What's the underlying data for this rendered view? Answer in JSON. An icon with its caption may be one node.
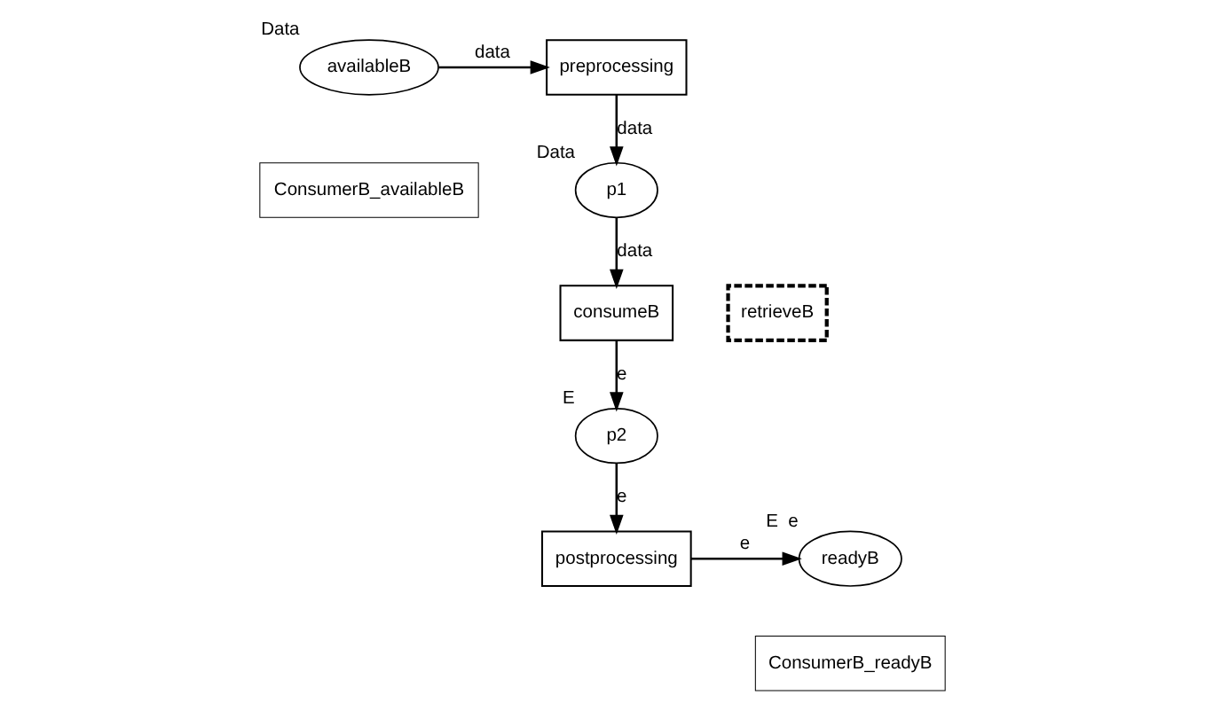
{
  "diagram": {
    "nodes": [
      {
        "text": [
          "availableB"
        ],
        "beside": [
          "Data"
        ]
      },
      {
        "text": [
          "ConsumerB_availableB"
        ]
      },
      {
        "text": [
          "preprocessing"
        ]
      },
      {
        "text": [
          "p1"
        ],
        "beside": [
          "Data"
        ]
      },
      {
        "text": [
          "retrieveB"
        ]
      },
      {
        "text": [
          "consumeB"
        ]
      },
      {
        "text": [
          "p2"
        ],
        "beside": [
          "E"
        ]
      },
      {
        "text": [
          "readyB"
        ],
        "beside": [
          "E",
          "e"
        ]
      },
      {
        "text": [
          "ConsumerB_readyB"
        ]
      },
      {
        "text": [
          "postprocessing"
        ]
      }
    ],
    "edges": [
      {
        "from": 0,
        "to": 2,
        "arrow": "to",
        "label": "data"
      },
      {
        "from": 2,
        "to": 3,
        "arrow": "to",
        "label": "data"
      },
      {
        "from": 3,
        "to": 5,
        "arrow": "to",
        "label": "data"
      },
      {
        "from": 5,
        "to": 6,
        "arrow": "to",
        "label": "e"
      },
      {
        "from": 6,
        "to": 9,
        "arrow": "to",
        "label": "e"
      },
      {
        "from": 9,
        "to": 7,
        "arrow": "to",
        "label": "e"
      }
    ]
  }
}
